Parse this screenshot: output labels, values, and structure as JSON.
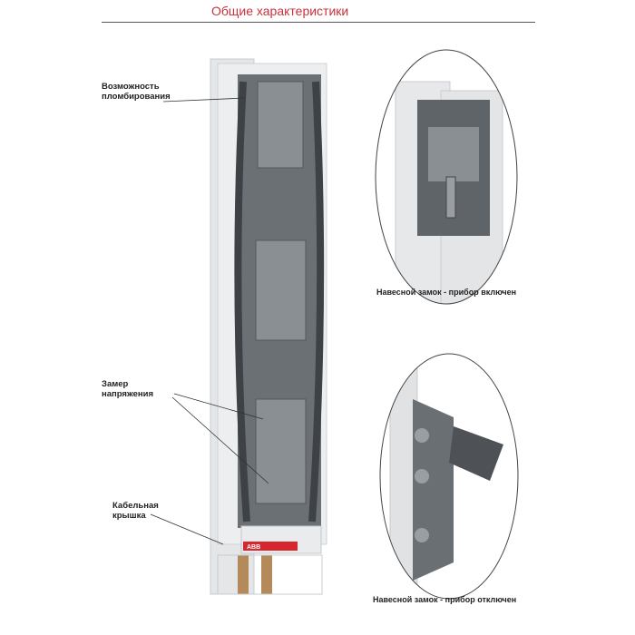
{
  "title": "Общие характеристики",
  "labels": {
    "sealing_line1": "Возможность",
    "sealing_line2": "пломбирования",
    "voltage_line1": "Замер",
    "voltage_line2": "напряжения",
    "cable_line1": "Кабельная",
    "cable_line2": "крышка"
  },
  "captions": {
    "padlock_on": "Навесной замок - прибор включен",
    "padlock_off": "Навесной замок - прибор отключен"
  },
  "device_logo": "ABB",
  "colors": {
    "title": "#c8323a",
    "device_gray": "#5a5e62",
    "housing": "#e6e8ea",
    "logo_red": "#d6262e"
  }
}
